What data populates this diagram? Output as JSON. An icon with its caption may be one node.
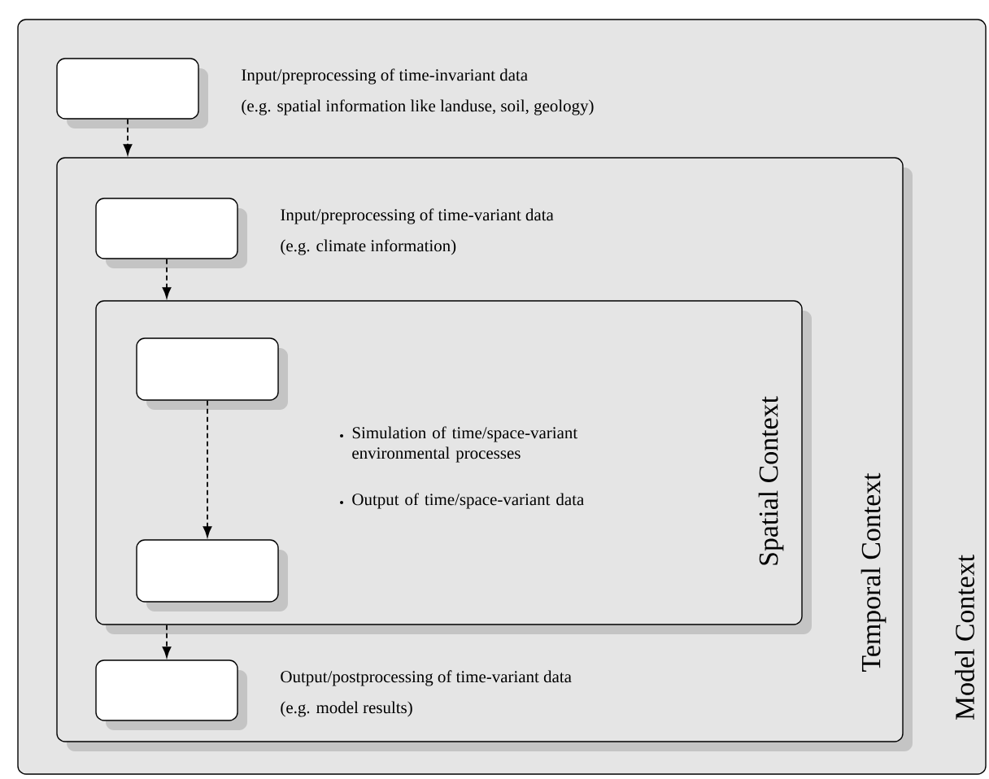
{
  "diagram": {
    "nodes": [
      {
        "text": [
          "Model Context"
        ]
      },
      {
        "text": [],
        "shape": "box",
        "in": 0,
        "beside": [
          "Input/preprocessing of time-invariant data",
          "(e.g. spatial information like landuse, soil, geology)"
        ]
      },
      {
        "text": [
          "Temporal Context"
        ],
        "in": 0
      },
      {
        "text": [],
        "shape": "box",
        "in": 2,
        "beside": [
          "Input/preprocessing of time-variant data",
          "(e.g. climate information)"
        ]
      },
      {
        "text": [
          "Spatial Context"
        ],
        "in": 2
      },
      {
        "text": [],
        "shape": "box",
        "in": 4
      },
      {
        "text": [],
        "shape": "box",
        "in": 4
      },
      {
        "text": [],
        "shape": "box",
        "in": 2,
        "beside": [
          "Output/postprocessing of time-variant data",
          "(e.g. model results)"
        ]
      }
    ],
    "edges": [
      {
        "from": 1,
        "to": 2,
        "arrow": "to",
        "style": "dashed"
      },
      {
        "from": 3,
        "to": 4,
        "arrow": "to",
        "style": "dashed"
      },
      {
        "from": 5,
        "to": 6,
        "arrow": "to",
        "style": "dashed"
      },
      {
        "from": 4,
        "to": 7,
        "arrow": "to",
        "style": "dashed"
      }
    ],
    "labels": [
      "Simulation of time/space-variant environmental processes",
      "Output of time/space-variant data"
    ]
  }
}
